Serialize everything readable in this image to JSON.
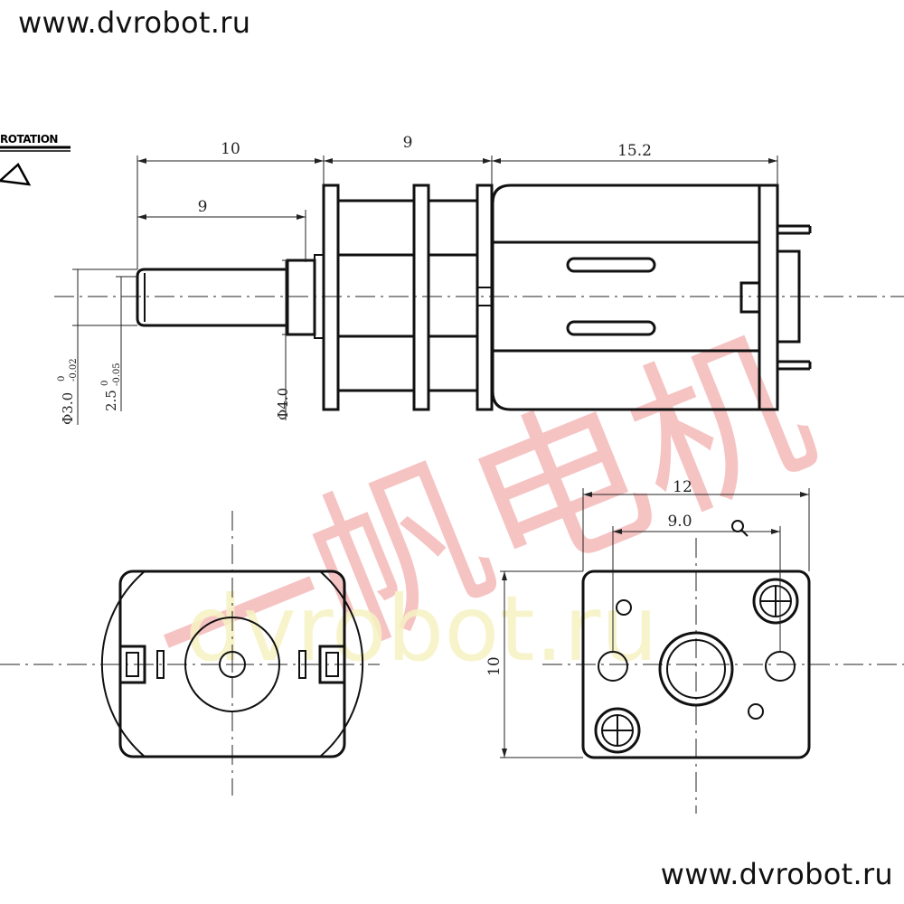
{
  "site": {
    "top_text": "www.dvrobot.ru",
    "bottom_text": "www.dvrobot.ru"
  },
  "watermark": {
    "chinese_text": "一帆电机",
    "latin_text": "dvrobot.ru",
    "color": "#f3b0b0"
  },
  "rotation_label": "ROTATION",
  "dimensions": {
    "shaft_length_total": "10",
    "gearbox_length": "9",
    "motor_length": "15.2",
    "shaft_flat_length": "9",
    "shaft_diameter": "Φ3.0",
    "shaft_diameter_tol_upper": "0",
    "shaft_diameter_tol_lower": "-0.02",
    "flat_width": "2.5",
    "flat_width_tol_upper": "0",
    "flat_width_tol_lower": "-0.05",
    "boss_diameter": "Φ4.0",
    "end_width": "12",
    "hole_spacing": "9.0",
    "end_height": "10"
  }
}
